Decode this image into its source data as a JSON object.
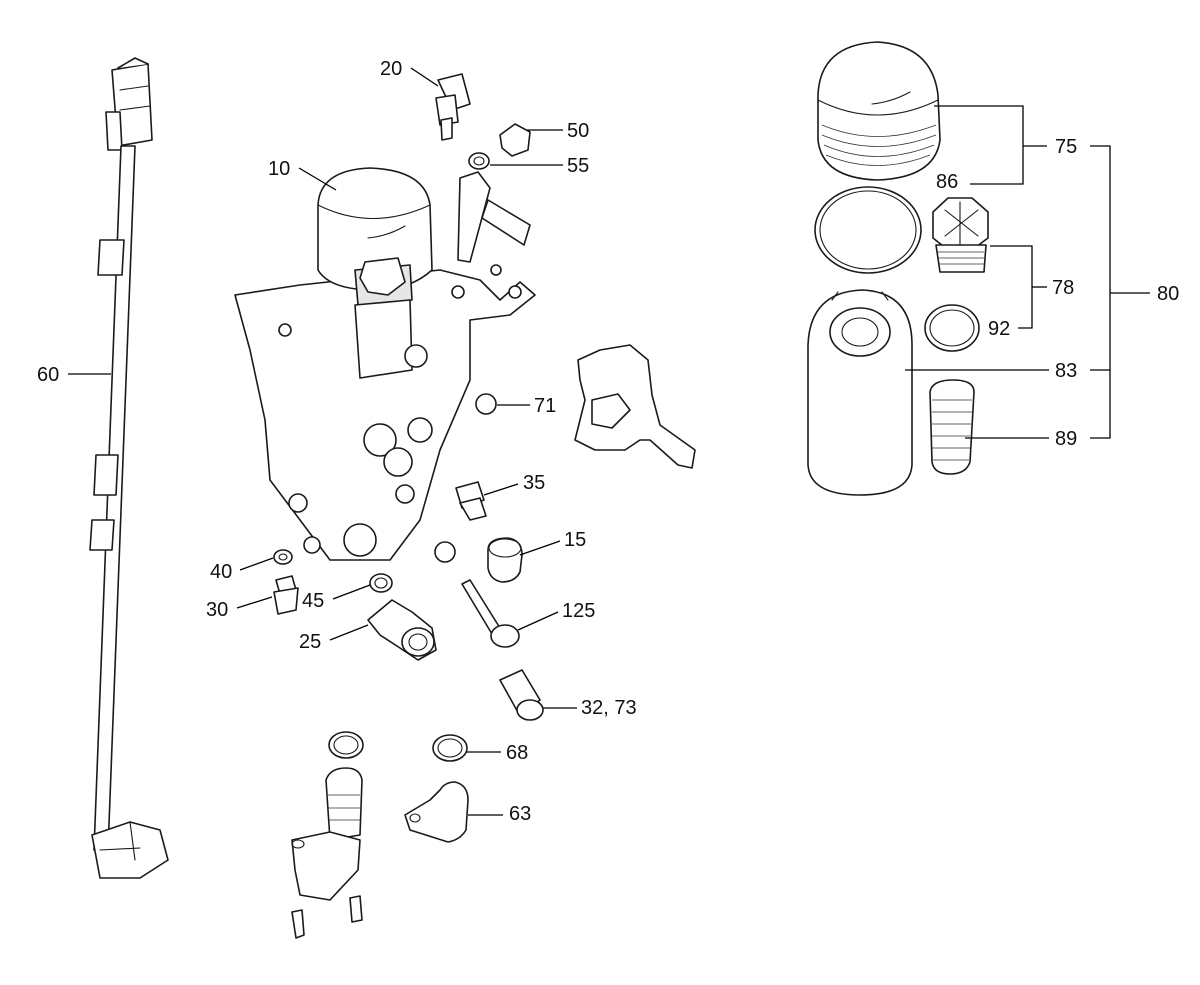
{
  "callouts": {
    "c10": "10",
    "c15": "15",
    "c20": "20",
    "c25": "25",
    "c30": "30",
    "c32_73": "32, 73",
    "c35": "35",
    "c40": "40",
    "c45": "45",
    "c50": "50",
    "c55": "55",
    "c60": "60",
    "c63": "63",
    "c68": "68",
    "c71": "71",
    "c75": "75",
    "c78": "78",
    "c80": "80",
    "c83": "83",
    "c86": "86",
    "c89": "89",
    "c92": "92",
    "c125": "125"
  }
}
